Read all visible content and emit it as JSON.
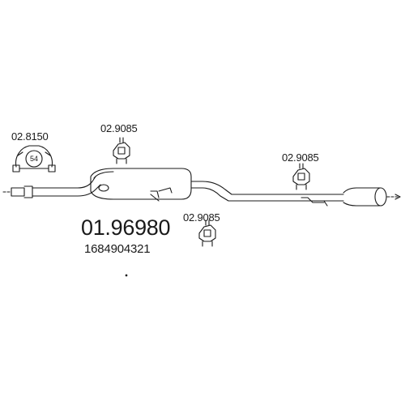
{
  "main_part": {
    "number": "01.96980",
    "oem_number": "1684904321"
  },
  "components": [
    {
      "code": "02.8150",
      "kind": "clamp-icon",
      "size_label": "54"
    },
    {
      "code": "02.9085",
      "kind": "rubber-hanger-icon"
    },
    {
      "code": "02.9085",
      "kind": "rubber-hanger-icon"
    },
    {
      "code": "02.9085",
      "kind": "rubber-hanger-icon"
    }
  ],
  "colors": {
    "line": "#1a1a1a",
    "background": "#ffffff"
  }
}
